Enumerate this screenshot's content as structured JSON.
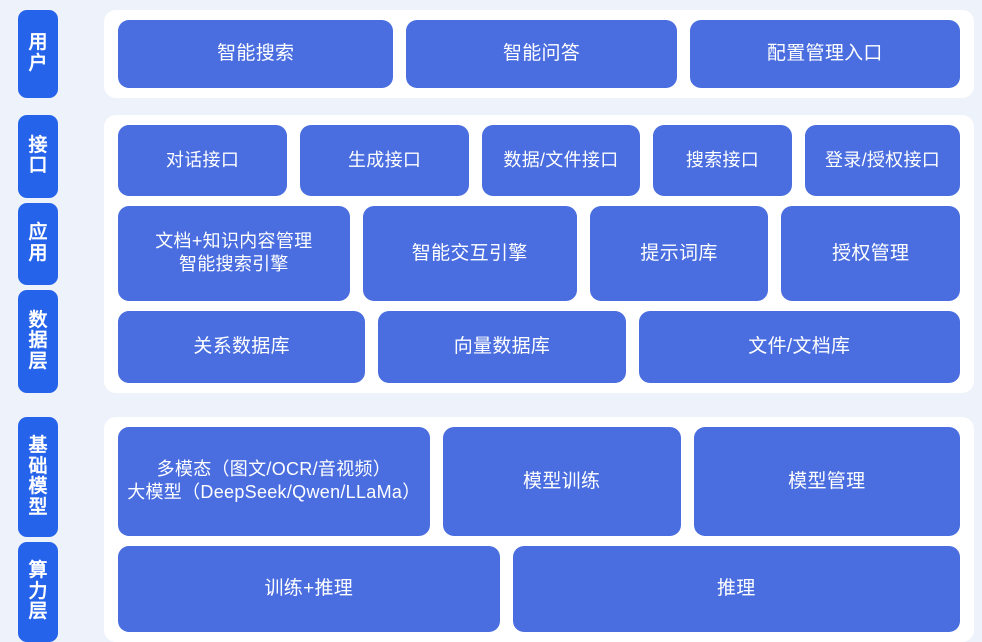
{
  "theme": {
    "page_background": "#eef2fa",
    "panel_background": "#ffffff",
    "rail_label_color": "#2563eb",
    "tile_color": "#4a6ee0",
    "tile_text_color": "#ffffff"
  },
  "sections": {
    "user": {
      "rail": [
        {
          "label": "用户"
        }
      ],
      "rows": [
        {
          "tiles": [
            {
              "label": "智能搜索"
            },
            {
              "label": "智能问答"
            },
            {
              "label": "配置管理入口"
            }
          ]
        }
      ]
    },
    "middle": {
      "rail": [
        {
          "label": "接口"
        },
        {
          "label": "应用"
        },
        {
          "label": "数据层"
        }
      ],
      "rows": [
        {
          "tiles": [
            {
              "label": "对话接口"
            },
            {
              "label": "生成接口"
            },
            {
              "label": "数据/文件接口"
            },
            {
              "label": "搜索接口"
            },
            {
              "label": "登录/授权接口"
            }
          ]
        },
        {
          "tiles": [
            {
              "label": "文档+知识内容管理\n智能搜索引擎"
            },
            {
              "label": "智能交互引擎"
            },
            {
              "label": "提示词库"
            },
            {
              "label": "授权管理"
            }
          ]
        },
        {
          "tiles": [
            {
              "label": "关系数据库"
            },
            {
              "label": "向量数据库"
            },
            {
              "label": "文件/文档库"
            }
          ]
        }
      ]
    },
    "infrastructure": {
      "rail": [
        {
          "label": "基础模型"
        },
        {
          "label": "算力层"
        }
      ],
      "rows": [
        {
          "tiles": [
            {
              "label": "多模态（图文/OCR/音视频）\n大模型（DeepSeek/Qwen/LLaMa）"
            },
            {
              "label": "模型训练"
            },
            {
              "label": "模型管理"
            }
          ]
        },
        {
          "tiles": [
            {
              "label": "训练+推理"
            },
            {
              "label": "推理"
            }
          ]
        }
      ]
    }
  }
}
